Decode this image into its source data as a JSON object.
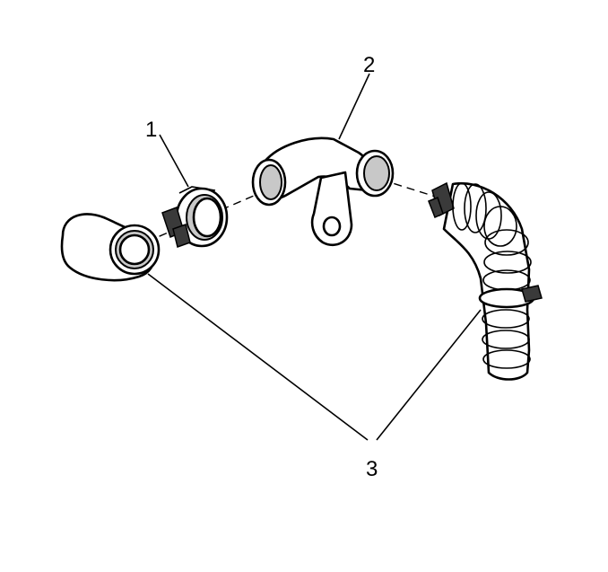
{
  "callouts": [
    {
      "id": "1",
      "label": "1"
    },
    {
      "id": "2",
      "label": "2"
    },
    {
      "id": "3",
      "label": "3"
    }
  ],
  "colors": {
    "line": "#000000",
    "background": "#ffffff",
    "shade": "#c8c8c8"
  }
}
